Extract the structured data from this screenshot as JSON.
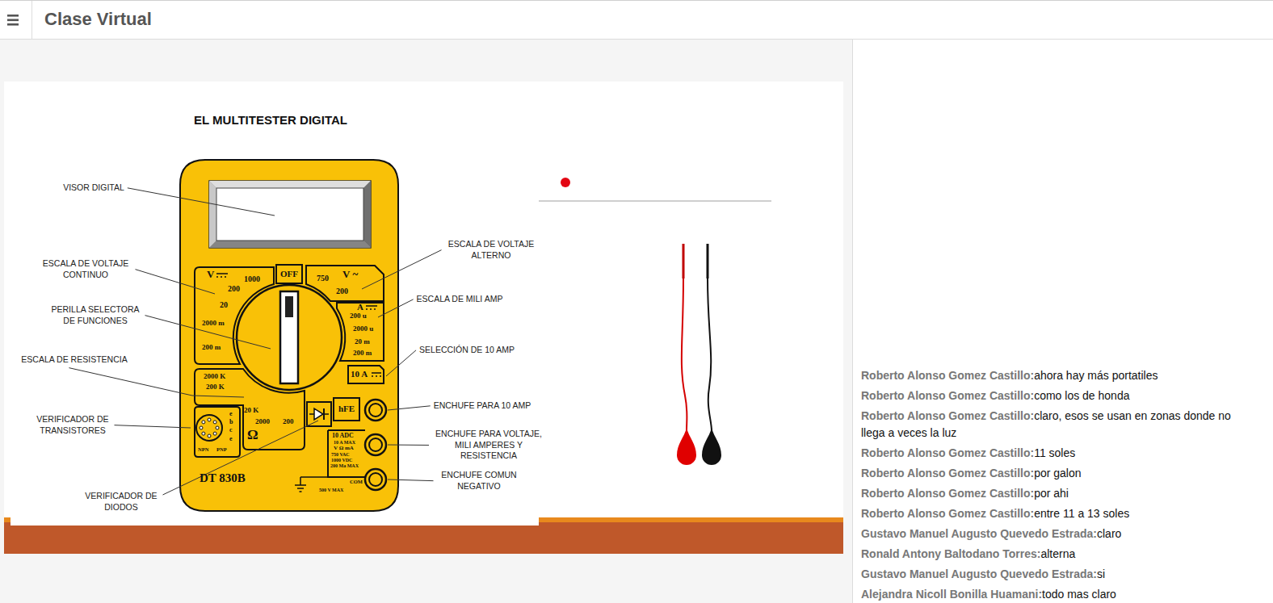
{
  "diagram": {
    "title": "EL MULTITESTER DIGITAL",
    "nodes": [
      {
        "text": [
          "DT 830B"
        ]
      },
      {
        "text": [
          "V",
          "1000",
          "200",
          "20",
          "2000 m",
          "200 m"
        ],
        "in": 0
      },
      {
        "text": [
          "OFF"
        ],
        "in": 0
      },
      {
        "text": [
          "750",
          "V ~",
          "200"
        ],
        "in": 0
      },
      {
        "text": [
          "A",
          "200 u",
          "2000 u",
          "20 m",
          "200 m"
        ],
        "in": 0
      },
      {
        "text": [
          "10 A"
        ],
        "in": 0
      },
      {
        "text": [
          "2000 K",
          "200 K",
          "20 K",
          "2000",
          "200",
          "Ω"
        ],
        "in": 0
      },
      {
        "text": [
          "e",
          "b",
          "c",
          "e",
          "NPN",
          "PNP"
        ],
        "in": 0
      },
      {
        "text": [
          "hFE"
        ],
        "in": 0
      },
      {
        "text": [
          "10 ADC",
          "10 A MAX",
          "V Ω mA",
          "750 VAC",
          "1000 VDC",
          "200 Ma MAX",
          "COM",
          "500 V MAX"
        ],
        "in": 0
      }
    ],
    "labels": [
      "Clase Virtual",
      "VISOR DIGITAL",
      "ESCALA DE VOLTAJE CONTINUO",
      "PERILLA SELECTORA DE FUNCIONES",
      "ESCALA DE RESISTENCIA",
      "VERIFICADOR DE TRANSISTORES",
      "VERIFICADOR DE DIODOS",
      "ESCALA DE VOLTAJE ALTERNO",
      "ESCALA DE MILI AMP",
      "SELECCIÓN DE 10 AMP",
      "ENCHUFE PARA 10 AMP",
      "ENCHUFE PARA VOLTAJE, MILI AMPERES Y RESISTENCIA",
      "ENCHUFE COMUN NEGATIVO",
      "Roberto Alonso Gomez Castillo:",
      "ahora hay más portatiles",
      "Roberto Alonso Gomez Castillo:",
      "como los de honda",
      "Roberto Alonso Gomez Castillo:",
      "claro, esos se usan en zonas donde no llega a veces la luz",
      "Roberto Alonso Gomez Castillo:",
      "11 soles",
      "Roberto Alonso Gomez Castillo:",
      "por galon",
      "Roberto Alonso Gomez Castillo:",
      "por ahi",
      "Roberto Alonso Gomez Castillo:",
      "entre 11 a 13 soles",
      "Gustavo Manuel Augusto Quevedo Estrada:",
      "claro",
      "Ronald Antony Baltodano Torres:",
      "alterna",
      "Gustavo Manuel Augusto Quevedo Estrada:",
      "si",
      "Alejandra Nicoll Bonilla Huamani:",
      "todo mas claro"
    ]
  }
}
